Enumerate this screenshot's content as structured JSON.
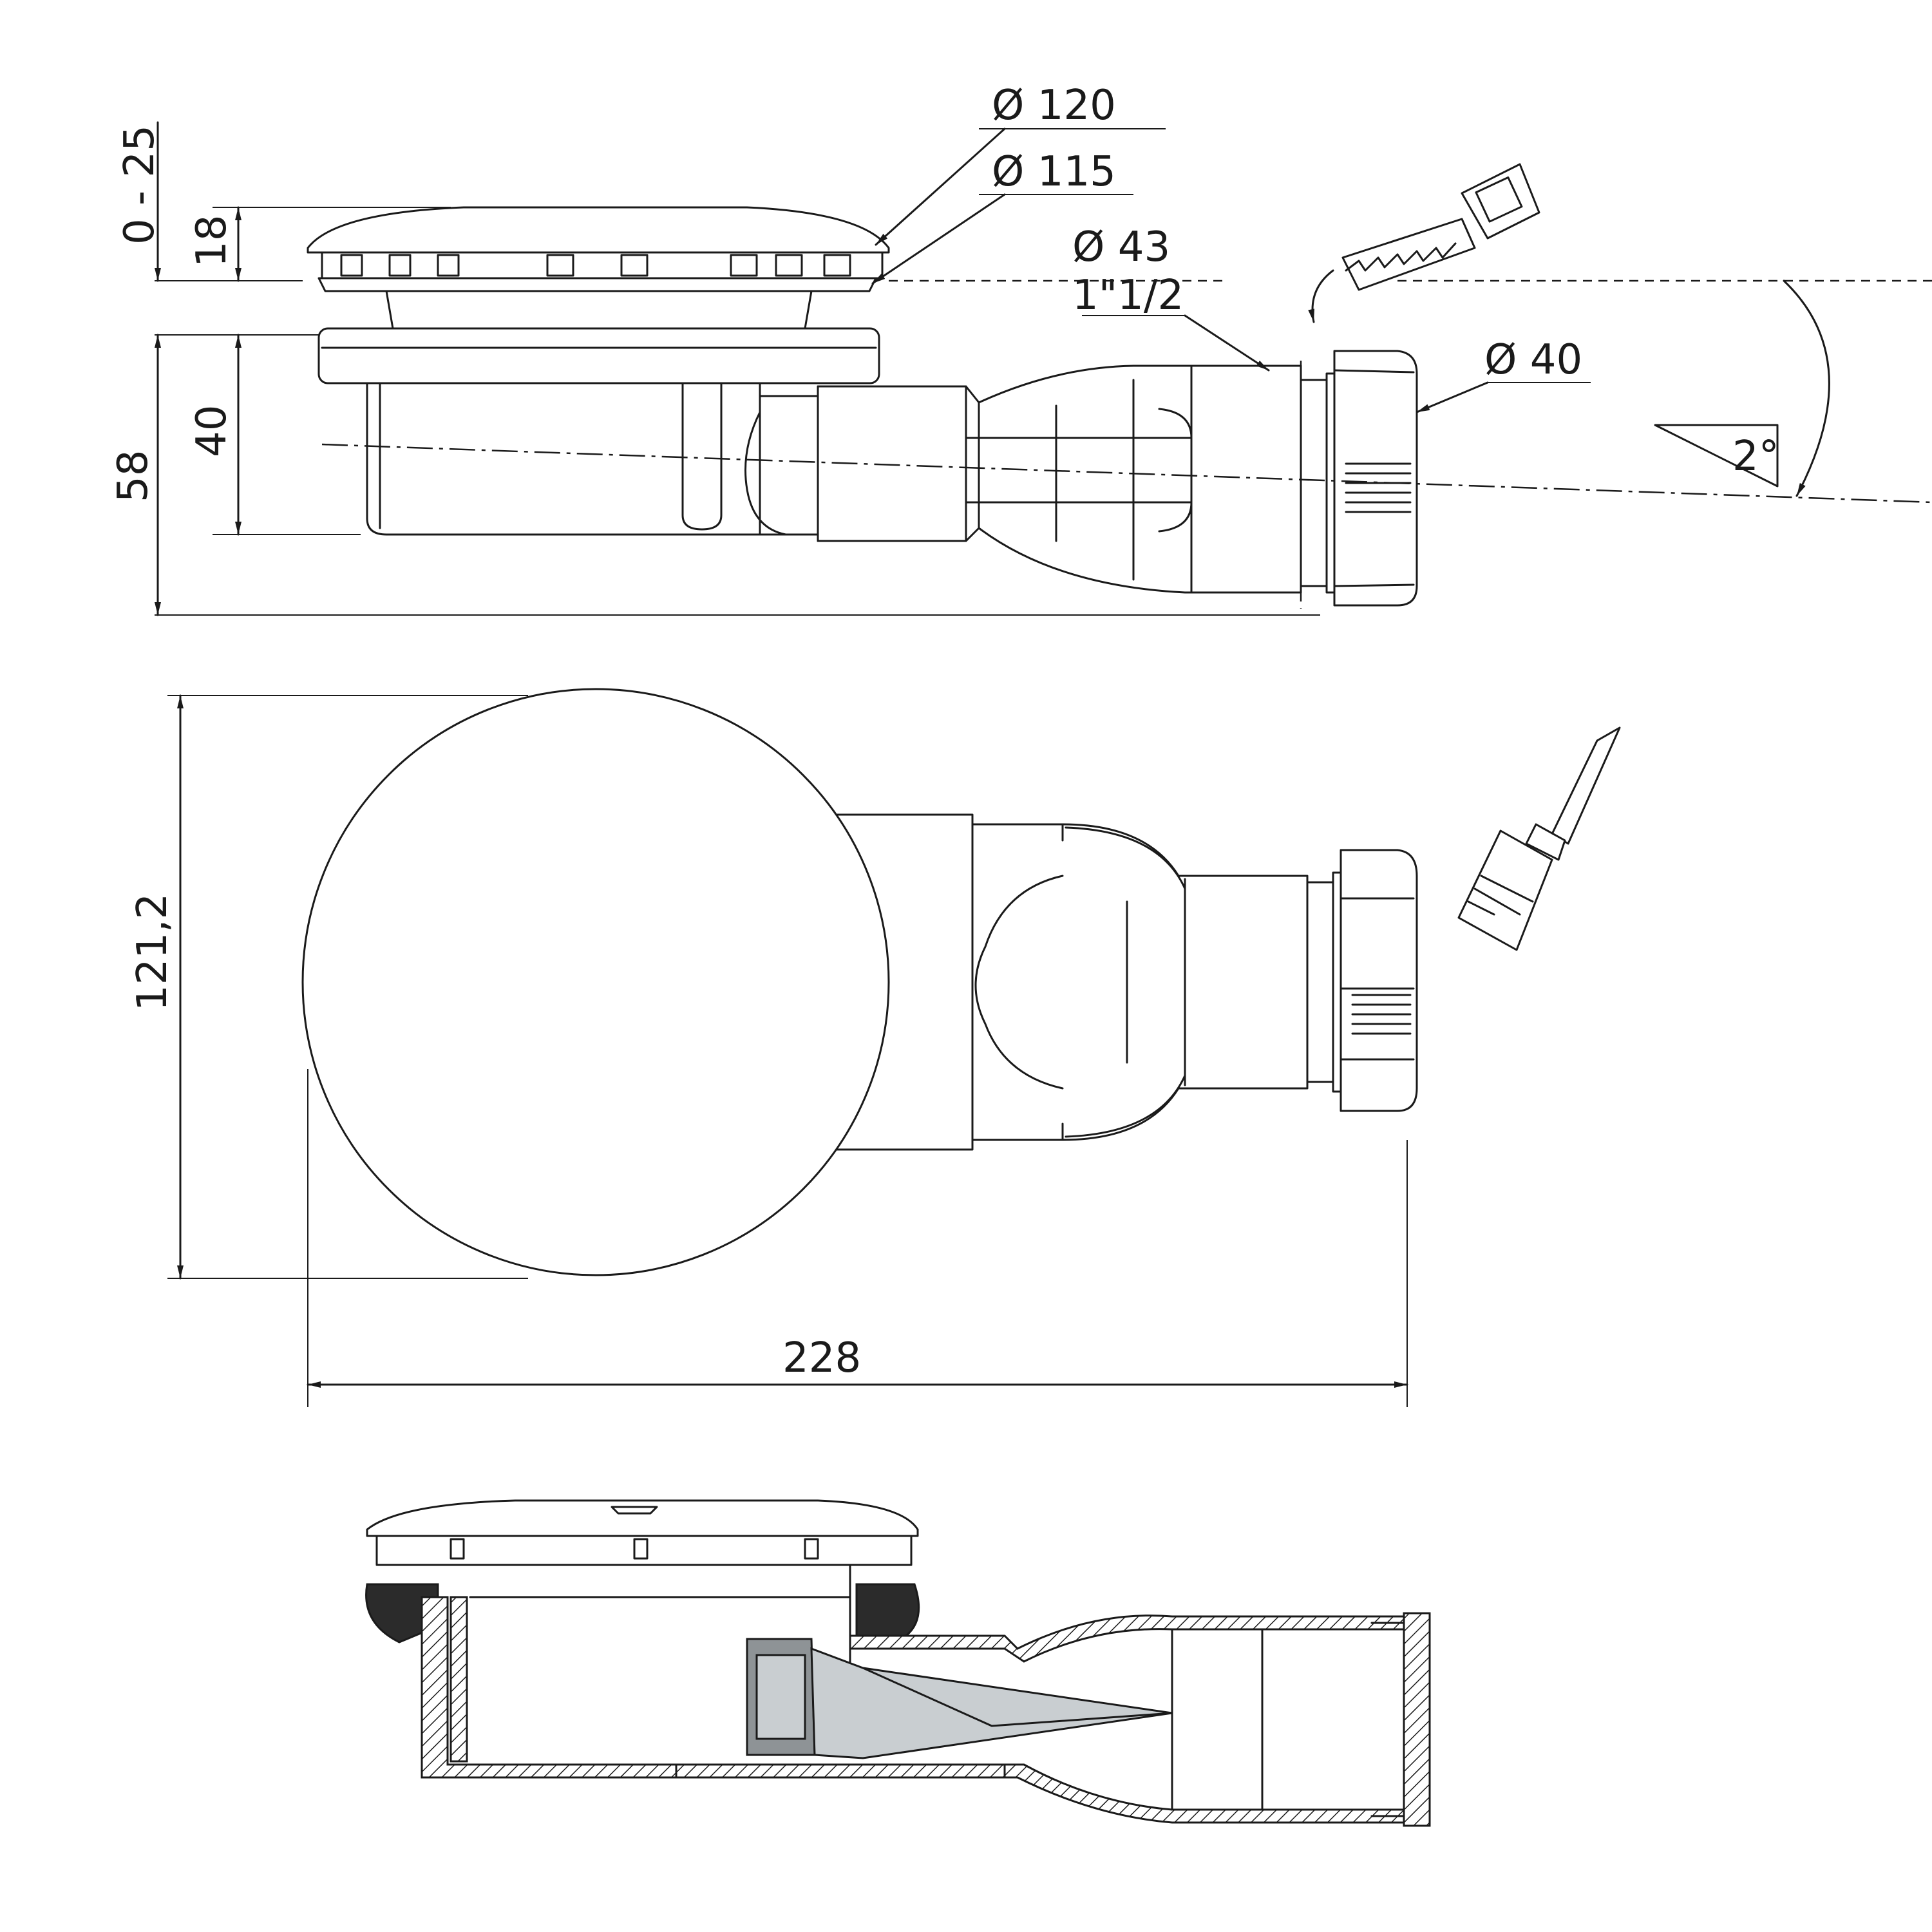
{
  "dimensions": {
    "cover_diameter": "Ø 120",
    "flange_diameter": "Ø 115",
    "outlet_diameter": "Ø 43",
    "thread_size": "1\"1/2",
    "nut_diameter": "Ø 40",
    "adjustment_range": "0 - 25",
    "cover_height": "18",
    "body_depth": "40",
    "total_height": "58",
    "slope_angle": "2°",
    "body_width": "121,2",
    "total_length": "228"
  },
  "icons": {
    "saw": "saw-icon",
    "brush": "brush-icon"
  },
  "colors": {
    "line": "#1a1a1a",
    "section_fill": "#c9ced1",
    "seal_fill": "#2b2b2b"
  }
}
